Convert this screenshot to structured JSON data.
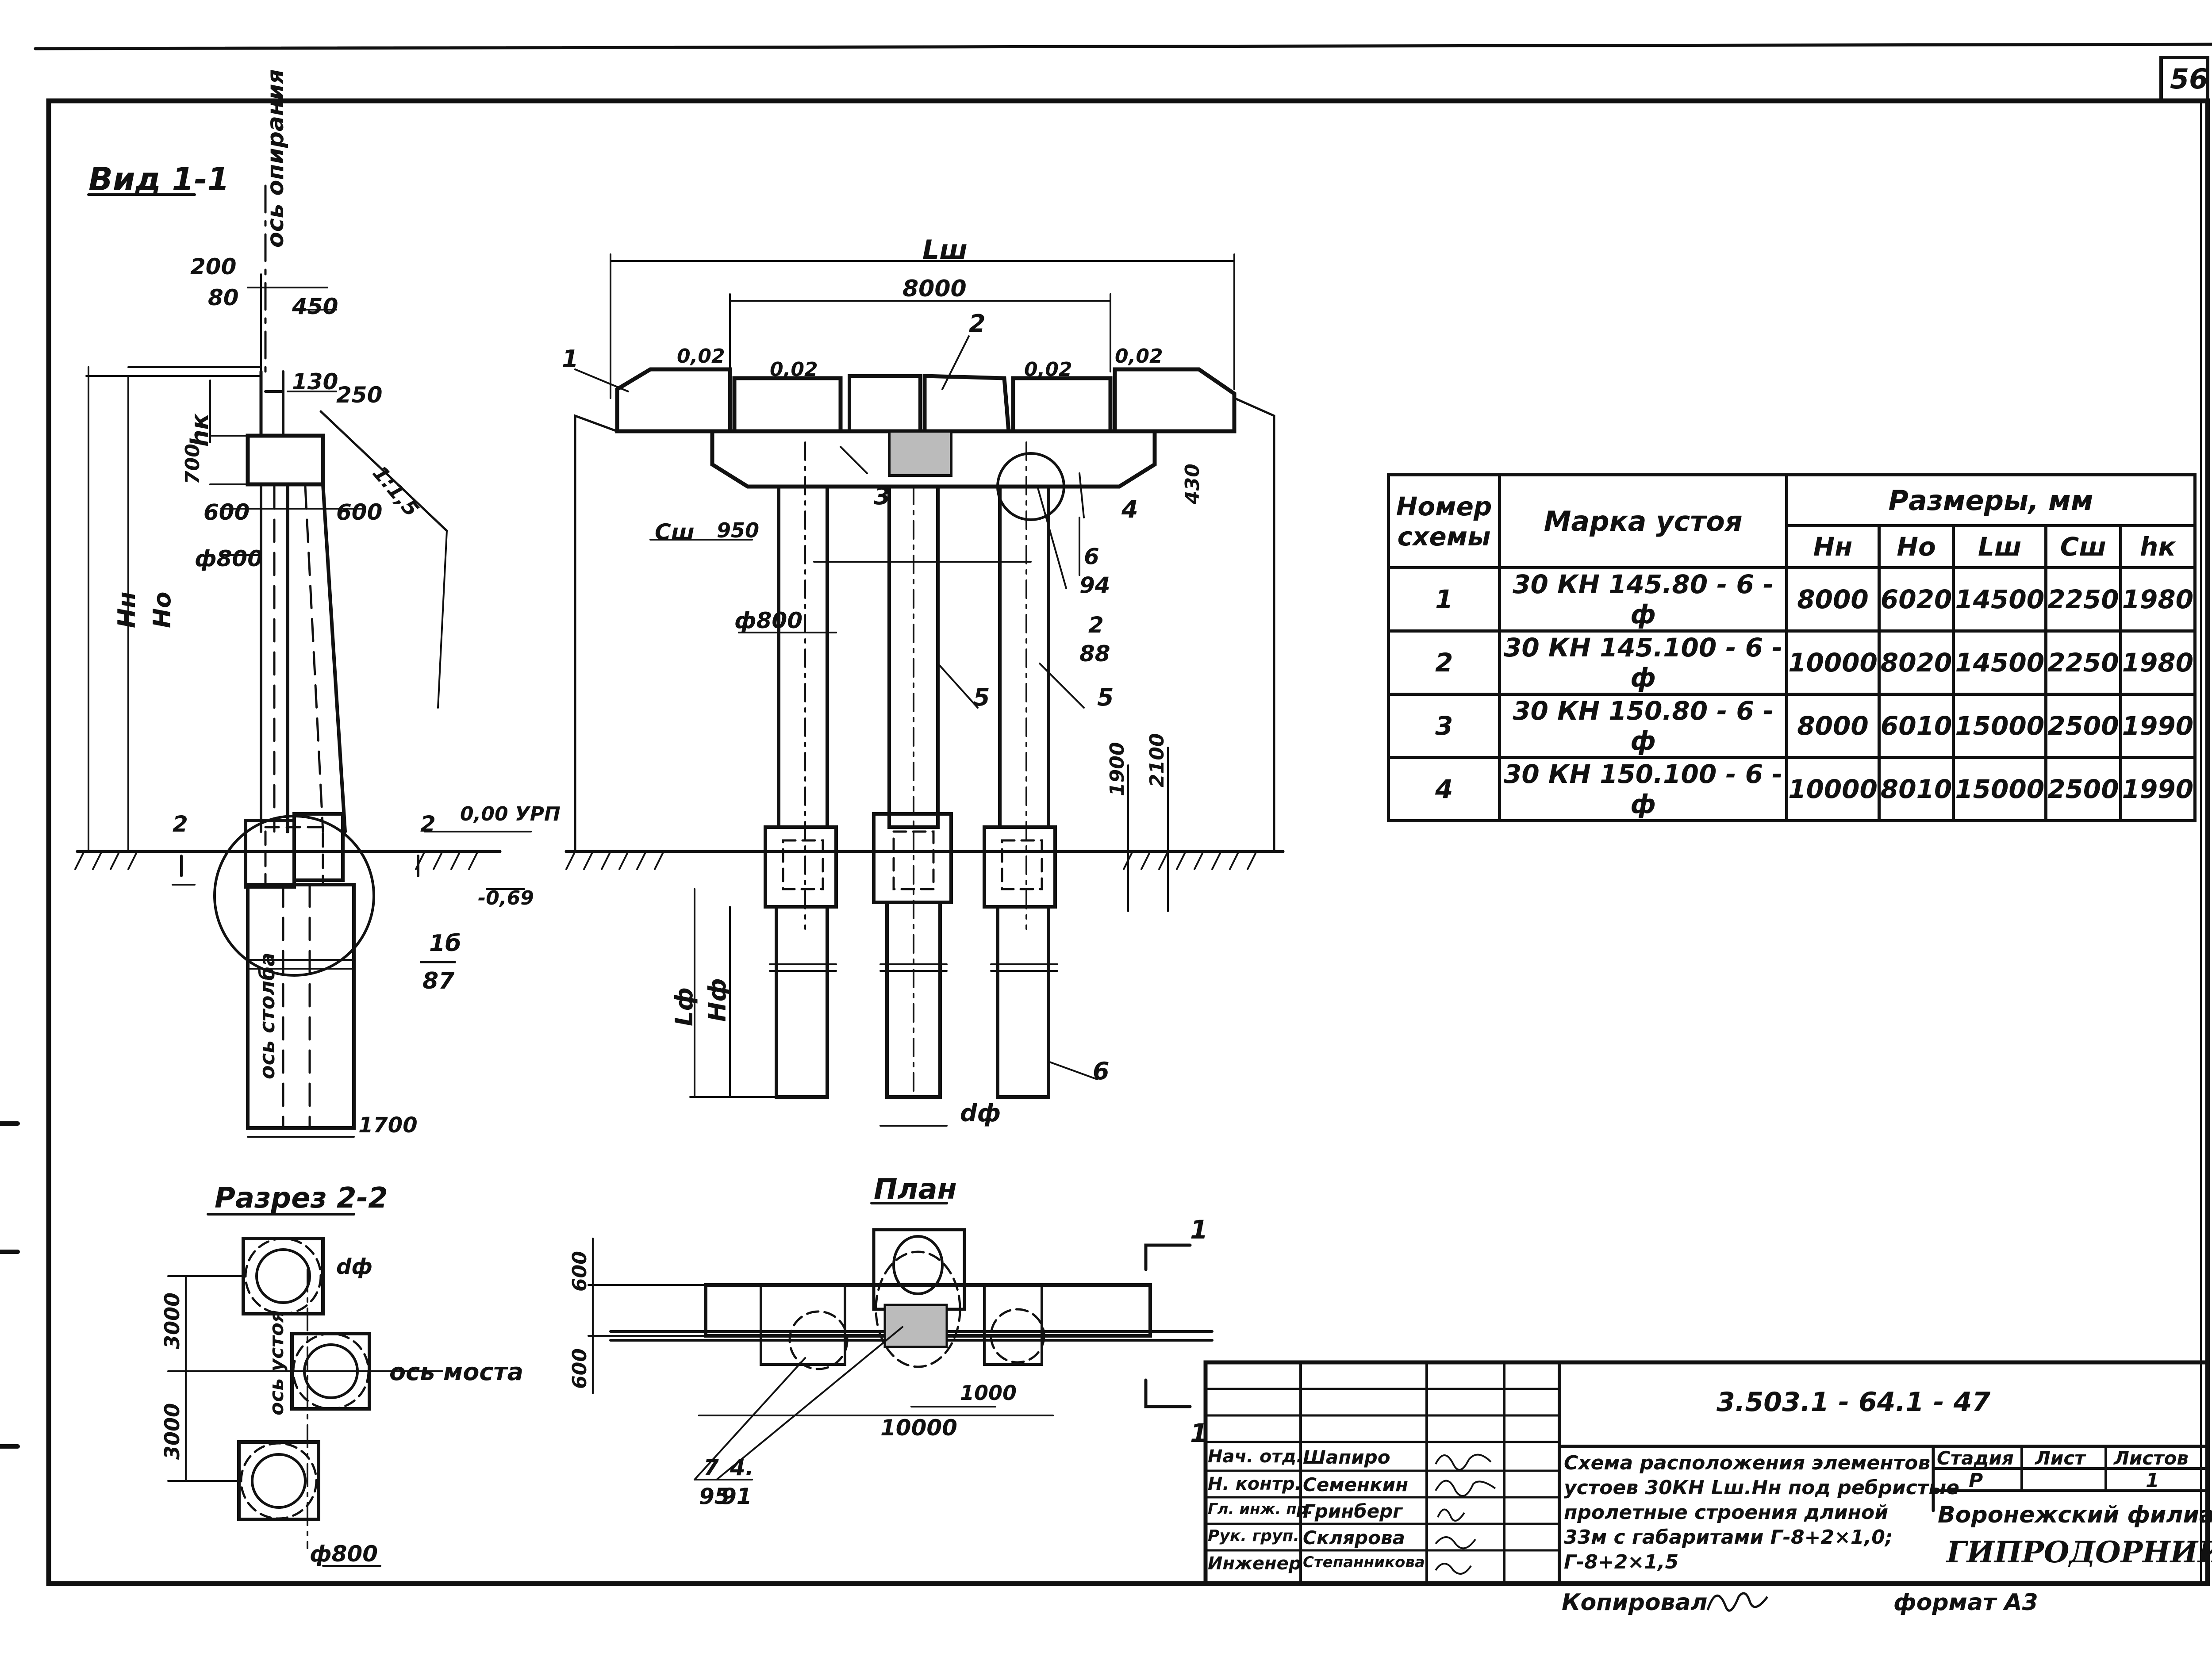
{
  "sheet": {
    "number": "56",
    "format_label": "формат А3",
    "copied_label": "Копировал"
  },
  "view11": {
    "title": "Вид 1-1",
    "axis_support": "ось опирания",
    "axis_column": "ось столба",
    "dims": {
      "d200": "200",
      "d80": "80",
      "d450": "450",
      "d130": "130",
      "d250": "250",
      "slope": "1:1,5",
      "d700": "700",
      "d600a": "600",
      "d600b": "600",
      "phi800": "ф800",
      "hk": "hк",
      "hn": "Hн",
      "ho": "Hо",
      "d1700": "1700",
      "zero": "0,00 УРП",
      "minus": "-0,69",
      "sec2a": "2",
      "sec2b": "2",
      "callout_top": "1б",
      "callout_bottom": "87"
    }
  },
  "elevation": {
    "lsh": "Lш",
    "d8000": "8000",
    "s1": "0,02",
    "s2": "0,02",
    "s3": "0,02",
    "s4": "0,02",
    "csh": "Cш",
    "d950": "950",
    "phi800": "ф800",
    "d430": "430",
    "d1900": "1900",
    "d2100": "2100",
    "lf": "Lф",
    "hf": "Hф",
    "df": "dф",
    "pos1": "1",
    "pos2": "2",
    "pos3": "3",
    "pos4": "4",
    "pos5a": "5",
    "pos5b": "5",
    "pos6": "6",
    "ref6_top": "6",
    "ref6_bot": "94",
    "ref2_top": "2",
    "ref2_bot": "88"
  },
  "section22": {
    "title": "Разрез 2-2",
    "d3000a": "3000",
    "d3000b": "3000",
    "axis_abutment": "ось устоя",
    "axis_bridge": "ось моста",
    "df": "dф",
    "phi800": "ф800"
  },
  "plan": {
    "title": "План",
    "d600a": "600",
    "d600b": "600",
    "d1000": "1000",
    "d10000": "10000",
    "ref7_top": "7",
    "ref7_bot": "95",
    "ref4_top": "4.",
    "ref4_bot": "91",
    "cut_a": "1",
    "cut_b": "1"
  },
  "table": {
    "col_scheme": "Номер схемы",
    "col_mark": "Марка устоя",
    "col_sizes": "Размеры, мм",
    "sub": [
      "Hн",
      "Hо",
      "Lш",
      "Cш",
      "hк"
    ],
    "rows": [
      {
        "n": "1",
        "mark": "30 КН 145.80 - 6 - ф",
        "hn": "8000",
        "ho": "6020",
        "lsh": "14500",
        "csh": "2250",
        "hk": "1980"
      },
      {
        "n": "2",
        "mark": "30 КН 145.100 - 6 - ф",
        "hn": "10000",
        "ho": "8020",
        "lsh": "14500",
        "csh": "2250",
        "hk": "1980"
      },
      {
        "n": "3",
        "mark": "30 КН 150.80 - 6 - ф",
        "hn": "8000",
        "ho": "6010",
        "lsh": "15000",
        "csh": "2500",
        "hk": "1990"
      },
      {
        "n": "4",
        "mark": "30 КН 150.100 - 6 - ф",
        "hn": "10000",
        "ho": "8010",
        "lsh": "15000",
        "csh": "2500",
        "hk": "1990"
      }
    ]
  },
  "title_block": {
    "doc_code": "3.503.1 - 64.1 - 47",
    "people": [
      {
        "role": "Нач. отд.",
        "name": "Шапиро"
      },
      {
        "role": "Н. контр.",
        "name": "Семенкин"
      },
      {
        "role": "Гл. инж. пр.",
        "name": "Гринберг"
      },
      {
        "role": "Рук. груп.",
        "name": "Склярова"
      },
      {
        "role": "Инженер",
        "name": "Степанникова"
      }
    ],
    "desc_lines": [
      "Схема расположения элементов",
      "устоев 30КН Lш.Hн под ребристые",
      "пролетные строения длиной",
      "33м с габаритами Г-8+2×1,0;",
      "Г-8+2×1,5"
    ],
    "stage_label": "Стадия",
    "sheet_label": "Лист",
    "sheets_label": "Листов",
    "stage": "Р",
    "sheet": "",
    "sheets": "1",
    "org1": "Воронежский филиал",
    "org2": "ГИПРОДОРНИИ"
  }
}
